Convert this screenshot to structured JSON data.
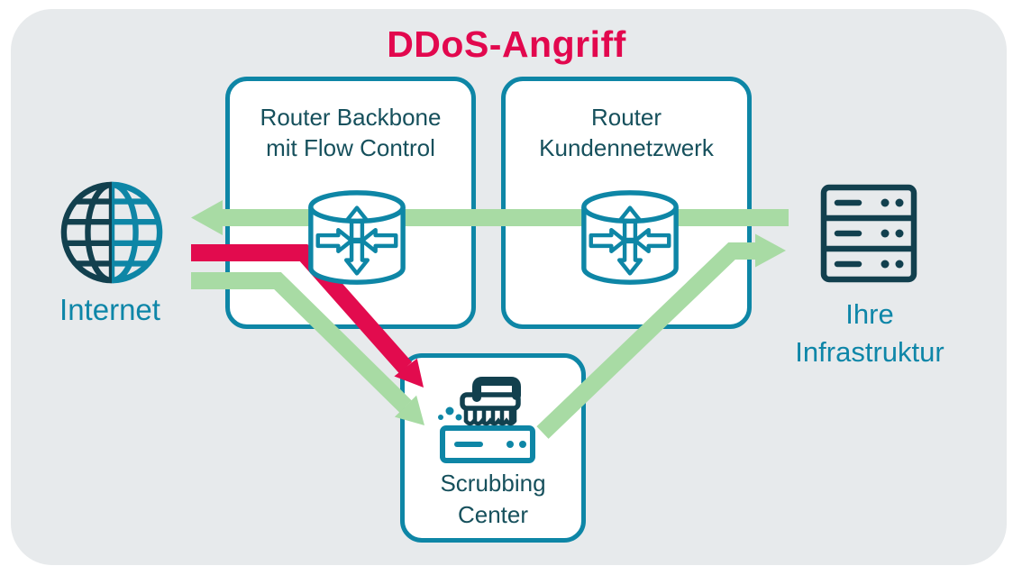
{
  "title": "DDoS-Angriff",
  "colors": {
    "background": "#FFFFFF",
    "panel": "#E7EAEC",
    "box_border_teal": "#0E86A6",
    "dark_navy_icon": "#12404E",
    "node_label_teal": "#0E86A8",
    "box_text": "#16505C",
    "attack_red": "#E20B4E",
    "traffic_green": "#A8DBA4",
    "title_red": "#E2084E"
  },
  "nodes": {
    "internet": {
      "label": "Internet",
      "icon": "globe-icon"
    },
    "router_backbone": {
      "line1": "Router Backbone",
      "line2": "mit Flow Control",
      "icon": "router-icon"
    },
    "router_customer": {
      "line1": "Router",
      "line2": "Kundennetzwerk",
      "icon": "router-icon"
    },
    "scrubbing_center": {
      "line1": "Scrubbing",
      "line2": "Center",
      "icon": "scrubbing-brush-icon"
    },
    "infrastructure": {
      "line1": "Ihre",
      "line2": "Infrastruktur",
      "icon": "server-rack-icon"
    }
  },
  "flows": [
    {
      "id": "return-traffic",
      "color_key": "traffic_green",
      "from": "infrastructure",
      "to": "internet",
      "style": "horizontal arrow pointing left through both routers"
    },
    {
      "id": "attack-traffic",
      "color_key": "attack_red",
      "from": "internet",
      "to": "scrubbing_center",
      "style": "horizontal then diagonal arrow diverted at backbone router"
    },
    {
      "id": "incoming-traffic",
      "color_key": "traffic_green",
      "from": "internet",
      "to": "scrubbing_center",
      "style": "horizontal then diagonal arrow into scrubbing center"
    },
    {
      "id": "cleaned-traffic",
      "color_key": "traffic_green",
      "from": "scrubbing_center",
      "to": "infrastructure",
      "style": "diagonal then horizontal arrow to server"
    }
  ]
}
